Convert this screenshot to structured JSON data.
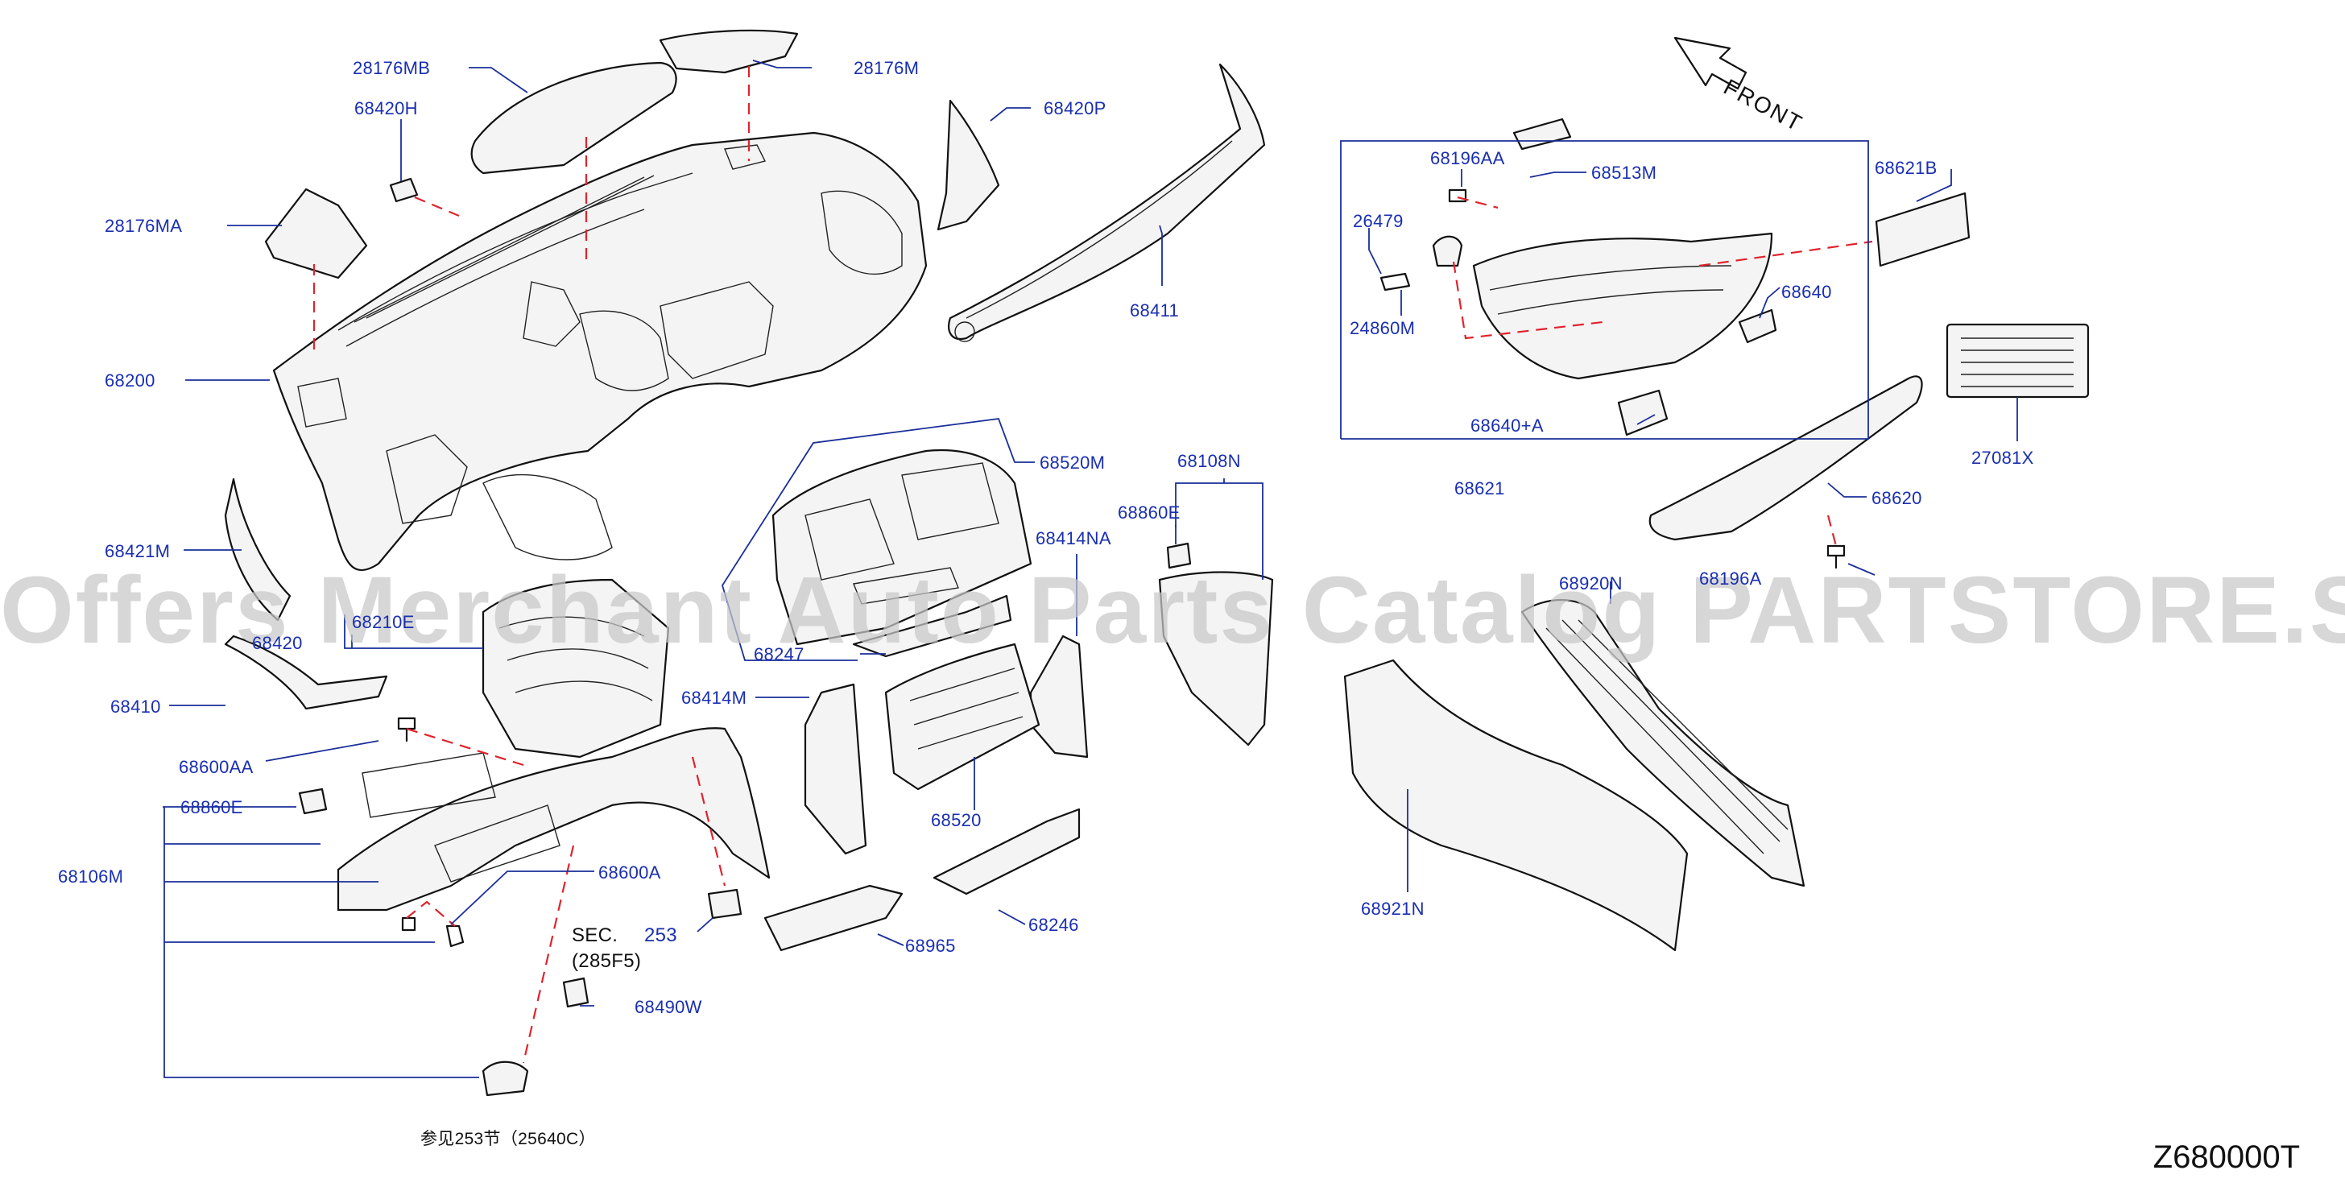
{
  "diagram": {
    "code": "Z680000T",
    "watermark": "Offers Merchant Auto Parts Catalog PARTSTORE.SA",
    "front_label": "FRONT",
    "sec_ref_line1": "SEC.",
    "sec_ref_num": "253",
    "sec_ref_line2": "(285F5)",
    "cn_ref": "参见253节（25640C）"
  },
  "parts": [
    {
      "id": "28176MB",
      "label": "28176MB"
    },
    {
      "id": "28176M",
      "label": "28176M"
    },
    {
      "id": "68420H",
      "label": "68420H"
    },
    {
      "id": "68420P",
      "label": "68420P"
    },
    {
      "id": "28176MA",
      "label": "28176MA"
    },
    {
      "id": "68411",
      "label": "68411"
    },
    {
      "id": "68200",
      "label": "68200"
    },
    {
      "id": "68421M",
      "label": "68421M"
    },
    {
      "id": "68210E",
      "label": "68210E"
    },
    {
      "id": "68420",
      "label": "68420"
    },
    {
      "id": "68410",
      "label": "68410"
    },
    {
      "id": "68600AA",
      "label": "68600AA"
    },
    {
      "id": "68860E_left",
      "label": "68860E"
    },
    {
      "id": "68106M",
      "label": "68106M"
    },
    {
      "id": "68600A",
      "label": "68600A"
    },
    {
      "id": "68490W",
      "label": "68490W"
    },
    {
      "id": "68520M",
      "label": "68520M"
    },
    {
      "id": "68247",
      "label": "68247"
    },
    {
      "id": "68414NA",
      "label": "68414NA"
    },
    {
      "id": "68414M",
      "label": "68414M"
    },
    {
      "id": "68520",
      "label": "68520"
    },
    {
      "id": "68965",
      "label": "68965"
    },
    {
      "id": "68246",
      "label": "68246"
    },
    {
      "id": "68108N",
      "label": "68108N"
    },
    {
      "id": "68860E_right",
      "label": "68860E"
    },
    {
      "id": "68196AA",
      "label": "68196AA"
    },
    {
      "id": "68513M",
      "label": "68513M"
    },
    {
      "id": "68621B",
      "label": "68621B"
    },
    {
      "id": "26479",
      "label": "26479"
    },
    {
      "id": "24860M",
      "label": "24860M"
    },
    {
      "id": "68640",
      "label": "68640"
    },
    {
      "id": "68640A",
      "label": "68640+A"
    },
    {
      "id": "68621",
      "label": "68621"
    },
    {
      "id": "27081X",
      "label": "27081X"
    },
    {
      "id": "68620",
      "label": "68620"
    },
    {
      "id": "68196A",
      "label": "68196A"
    },
    {
      "id": "68920N",
      "label": "68920N"
    },
    {
      "id": "68921N",
      "label": "68921N"
    }
  ],
  "colors": {
    "label": "#1a2fb0",
    "leader": "#1a2f9a",
    "guide": "#e0232d",
    "outline": "#111111",
    "watermark": "#c8c8c8"
  }
}
